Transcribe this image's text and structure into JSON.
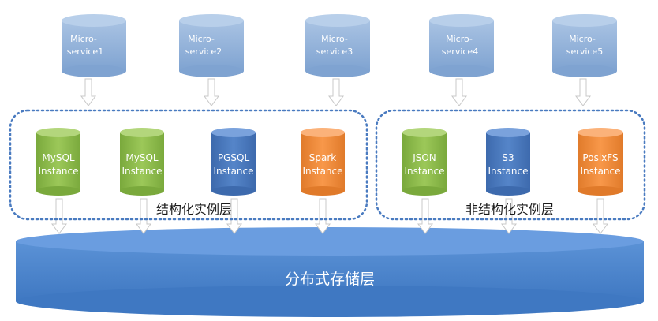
{
  "microservices": [
    {
      "line1": "Micro-",
      "line2": "service1"
    },
    {
      "line1": "Micro-",
      "line2": "service2"
    },
    {
      "line1": "Micro-",
      "line2": "service3"
    },
    {
      "line1": "Micro-",
      "line2": "service4"
    },
    {
      "line1": "Micro-",
      "line2": "service5"
    }
  ],
  "instances": [
    {
      "line1": "MySQL",
      "line2": "Instance",
      "color": "green"
    },
    {
      "line1": "MySQL",
      "line2": "Instance",
      "color": "green"
    },
    {
      "line1": "PGSQL",
      "line2": "Instance",
      "color": "blue"
    },
    {
      "line1": "Spark",
      "line2": "Instance",
      "color": "orange"
    },
    {
      "line1": "JSON",
      "line2": "Instance",
      "color": "green"
    },
    {
      "line1": "S3",
      "line2": "Instance",
      "color": "blue"
    },
    {
      "line1": "PosixFS",
      "line2": "Instance",
      "color": "orange"
    }
  ],
  "layers": {
    "structured": "结构化实例层",
    "unstructured": "非结构化实例层",
    "storage": "分布式存储层"
  },
  "colors": {
    "service": "#8fb0d8",
    "green": "#8dbb4c",
    "blue": "#4a7bc0",
    "orange": "#f08b3c",
    "storage": "#4a84cc",
    "dashed_border": "#4a7bc0"
  }
}
